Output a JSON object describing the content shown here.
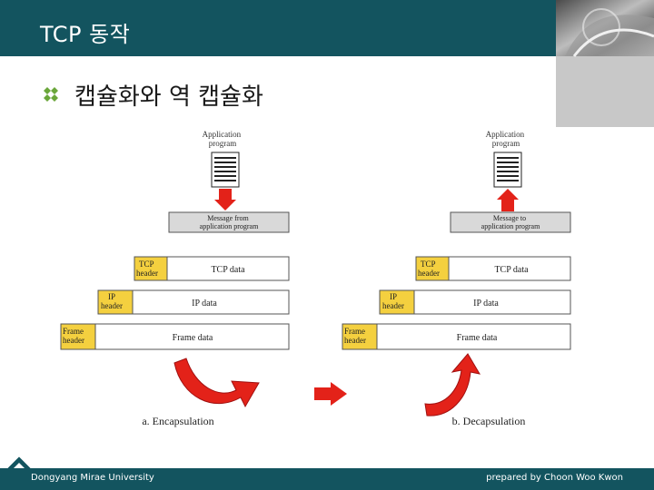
{
  "slide": {
    "title": "TCP 동작",
    "bullet": "캡슐화와 역 캡슐화"
  },
  "diagram": {
    "encap": {
      "app": "Application\nprogram",
      "message": "Message from\napplication program",
      "tcp_header": "TCP\nheader",
      "tcp_data": "TCP  data",
      "ip_header": "IP\nheader",
      "ip_data": "IP data",
      "frame_header": "Frame\nheader",
      "frame_data": "Frame data",
      "caption": "a. Encapsulation"
    },
    "decap": {
      "app": "Application\nprogram",
      "message": "Message to\napplication program",
      "tcp_header": "TCP\nheader",
      "tcp_data": "TCP  data",
      "ip_header": "IP\nheader",
      "ip_data": "IP data",
      "frame_header": "Frame\nheader",
      "frame_data": "Frame data",
      "caption": "b. Decapsulation"
    }
  },
  "footer": {
    "left": "Dongyang Mirae University",
    "right": "prepared by Choon Woo Kwon"
  },
  "colors": {
    "bar": "#13545f",
    "header_fill": "#f4d03f",
    "arrow_red": "#e32219",
    "message_fill": "#d9d9d9"
  }
}
